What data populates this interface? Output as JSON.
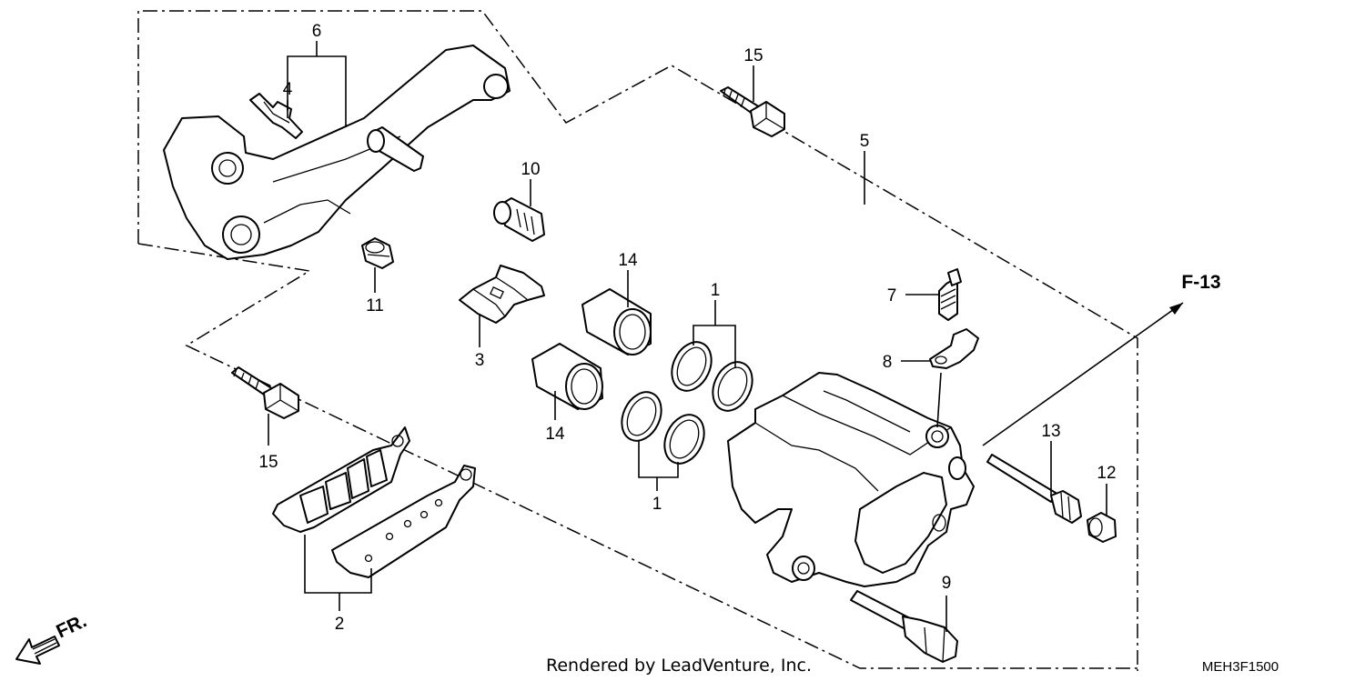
{
  "labels": {
    "c1_top": "1",
    "c1_bottom": "1",
    "c2": "2",
    "c3": "3",
    "c4": "4",
    "c5": "5",
    "c6": "6",
    "c7": "7",
    "c8": "8",
    "c9": "9",
    "c10": "10",
    "c11": "11",
    "c12": "12",
    "c13": "13",
    "c14_top": "14",
    "c14_bottom": "14",
    "c15_top": "15",
    "c15_left": "15"
  },
  "reference": "F-13",
  "front_marker": "FR.",
  "credit": "Rendered by LeadVenture, Inc.",
  "diagram_code": "MEH3F1500"
}
